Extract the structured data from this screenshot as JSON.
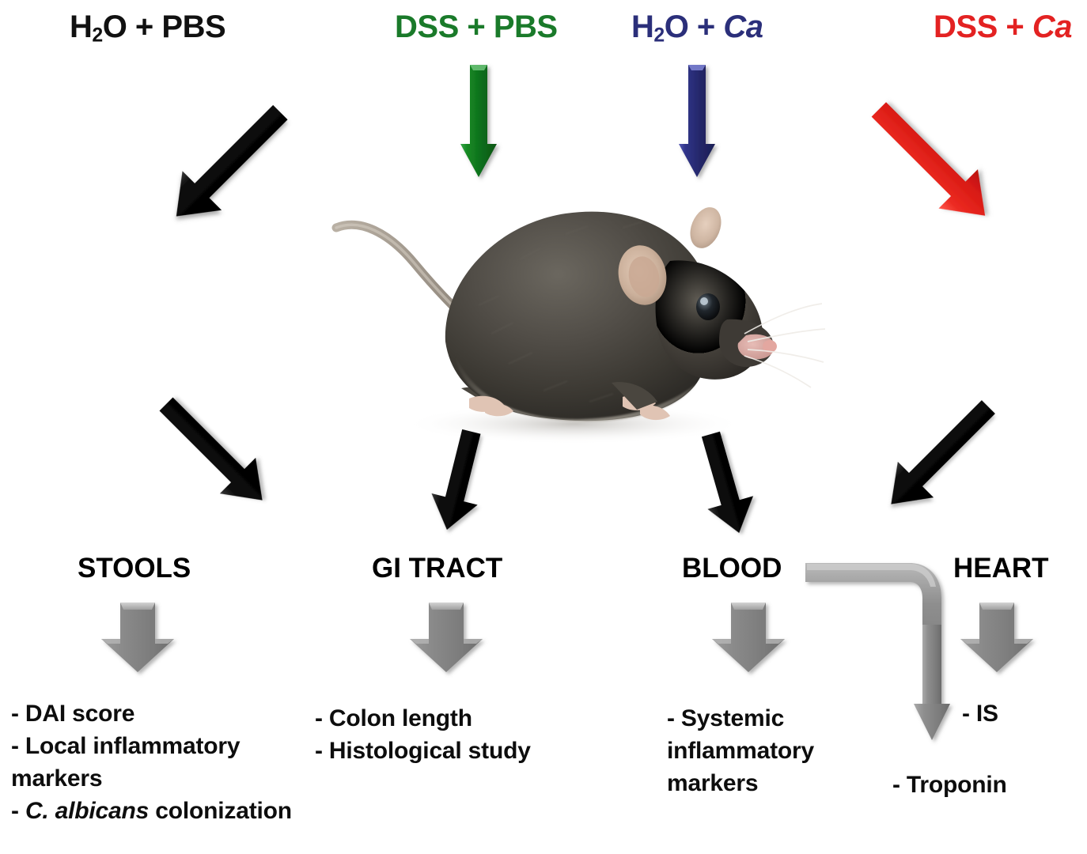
{
  "figure": {
    "type": "experimental-design-diagram",
    "subject": "mouse"
  },
  "treatments": [
    {
      "id": "h2o-pbs",
      "text_html": "H<sub>2</sub>O + PBS",
      "plain": "H2O + PBS",
      "color": "#111111",
      "arrow_color": "#111111",
      "arrow_type": "diagonal-down-right"
    },
    {
      "id": "dss-pbs",
      "text_html": "DSS + PBS",
      "plain": "DSS + PBS",
      "color": "#1a7a2a",
      "arrow_color": "#1a8f2b",
      "arrow_type": "straight-down"
    },
    {
      "id": "h2o-ca",
      "text_html": "H<sub>2</sub>O + <i class=\"ital\">Ca</i>",
      "plain": "H2O + Ca",
      "color": "#2b2f7a",
      "arrow_color": "#2f2f86",
      "arrow_type": "straight-down"
    },
    {
      "id": "dss-ca",
      "text_html": "DSS + <i class=\"ital\">Ca</i>",
      "plain": "DSS + Ca",
      "color": "#e32222",
      "arrow_color": "#e32222",
      "arrow_type": "diagonal-down-left"
    }
  ],
  "organs": [
    {
      "id": "stools",
      "title": "STOOLS",
      "readouts_html": [
        "- DAI score",
        "- Local inflammatory",
        "markers",
        "- <i class=\"ital\">C. albicans</i> colonization"
      ],
      "readouts_plain": [
        "- DAI score",
        "- Local inflammatory markers",
        "- C. albicans colonization"
      ]
    },
    {
      "id": "gi-tract",
      "title": "GI TRACT",
      "readouts_html": [
        "- Colon length",
        "- Histological  study"
      ],
      "readouts_plain": [
        "- Colon length",
        "- Histological study"
      ]
    },
    {
      "id": "blood",
      "title": "BLOOD",
      "readouts_html": [
        "- Systemic",
        "inflammatory",
        "markers"
      ],
      "readouts_plain": [
        "- Systemic inflammatory markers"
      ]
    },
    {
      "id": "heart",
      "title": "HEART",
      "readouts_html": [
        "- IS"
      ],
      "readouts_plain": [
        "- IS"
      ]
    }
  ],
  "linked_readout": {
    "id": "troponin",
    "label": "- Troponin",
    "source": "BLOOD",
    "connector": "elbow-arrow"
  },
  "colors": {
    "black": "#111111",
    "green": "#1a7a2a",
    "blue": "#2b2f7a",
    "red": "#e32222",
    "gray_arrow": "#8b8b8b",
    "gray_arrow_light": "#c9c9c9",
    "gray_arrow_dark": "#6d6d6d",
    "background": "#ffffff"
  }
}
